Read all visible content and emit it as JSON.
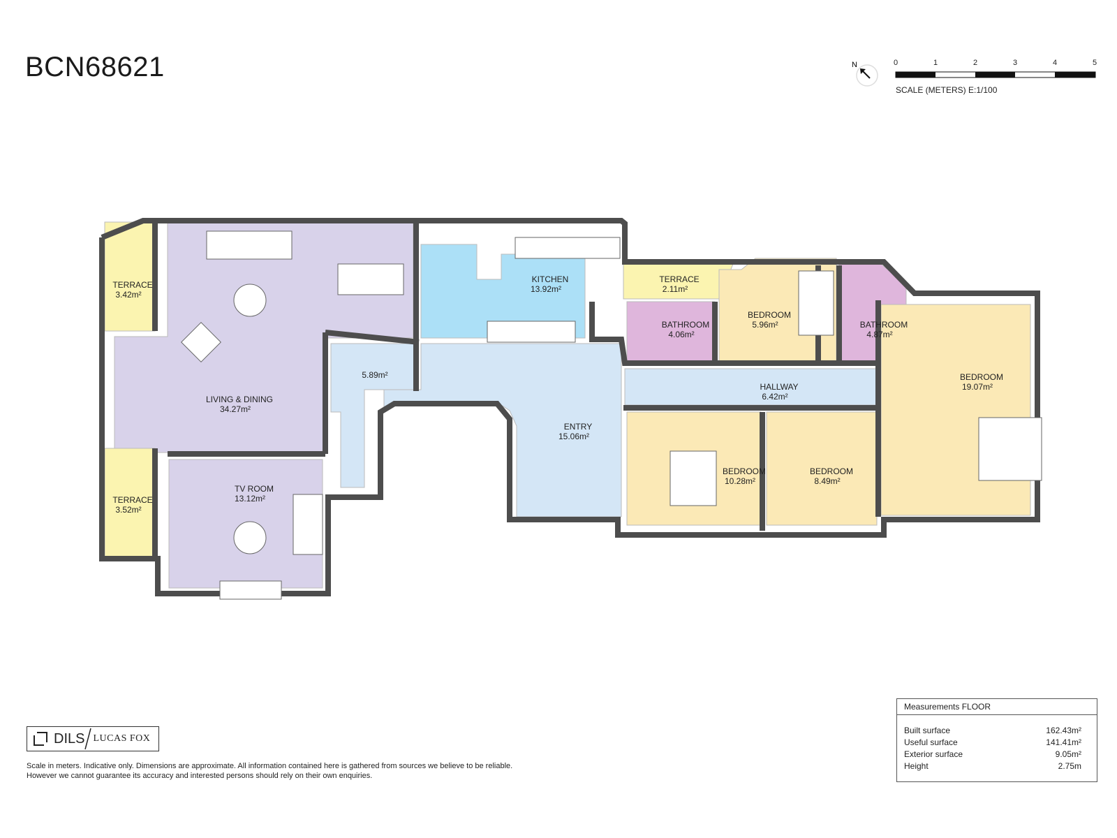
{
  "title": "BCN68621",
  "compass": {
    "label": "N",
    "icon": "north-arrow-icon"
  },
  "scale": {
    "ticks": [
      "0",
      "1",
      "2",
      "3",
      "4",
      "5"
    ],
    "label": "SCALE (METERS) E:1/100"
  },
  "colors": {
    "terrace": "#fbf4b0",
    "living": "#d8d2ea",
    "kitchen": "#ace0f7",
    "circulation": "#d4e6f6",
    "bathroom": "#dfb6dc",
    "bedroom": "#fbe9b6",
    "wall": "#4d4d4d"
  },
  "rooms": [
    {
      "name": "TERRACE",
      "area": "3.42m²",
      "type": "terrace"
    },
    {
      "name": "LIVING & DINING",
      "area": "34.27m²",
      "type": "living"
    },
    {
      "name": "TERRACE",
      "area": "3.52m²",
      "type": "terrace"
    },
    {
      "name": "TV ROOM",
      "area": "13.12m²",
      "type": "living"
    },
    {
      "name": "KITCHEN",
      "area": "13.92m²",
      "type": "kitchen"
    },
    {
      "name": "",
      "area": "5.89m²",
      "type": "circulation"
    },
    {
      "name": "ENTRY",
      "area": "15.06m²",
      "type": "circulation"
    },
    {
      "name": "TERRACE",
      "area": "2.11m²",
      "type": "terrace"
    },
    {
      "name": "BATHROOM",
      "area": "4.06m²",
      "type": "bathroom"
    },
    {
      "name": "BEDROOM",
      "area": "5.96m²",
      "type": "bedroom"
    },
    {
      "name": "BATHROOM",
      "area": "4.87m²",
      "type": "bathroom"
    },
    {
      "name": "HALLWAY",
      "area": "6.42m²",
      "type": "circulation"
    },
    {
      "name": "BEDROOM",
      "area": "10.28m²",
      "type": "bedroom"
    },
    {
      "name": "BEDROOM",
      "area": "8.49m²",
      "type": "bedroom"
    },
    {
      "name": "BEDROOM",
      "area": "19.07m²",
      "type": "bedroom"
    }
  ],
  "measurements": {
    "heading": "Measurements FLOOR",
    "rows": [
      {
        "label": "Built surface",
        "value": "162.43m²"
      },
      {
        "label": "Useful surface",
        "value": "141.41m²"
      },
      {
        "label": "Exterior surface",
        "value": "9.05m²"
      },
      {
        "label": "Height",
        "value": "2.75m"
      }
    ]
  },
  "logo": {
    "brand1": "DILS",
    "brand2": "LUCAS FOX"
  },
  "disclaimer": {
    "line1": "Scale in meters. Indicative only. Dimensions are approximate. All information contained here is gathered from sources we believe to be reliable.",
    "line2": "However we cannot guarantee its accuracy and interested persons should rely on their own enquiries."
  }
}
